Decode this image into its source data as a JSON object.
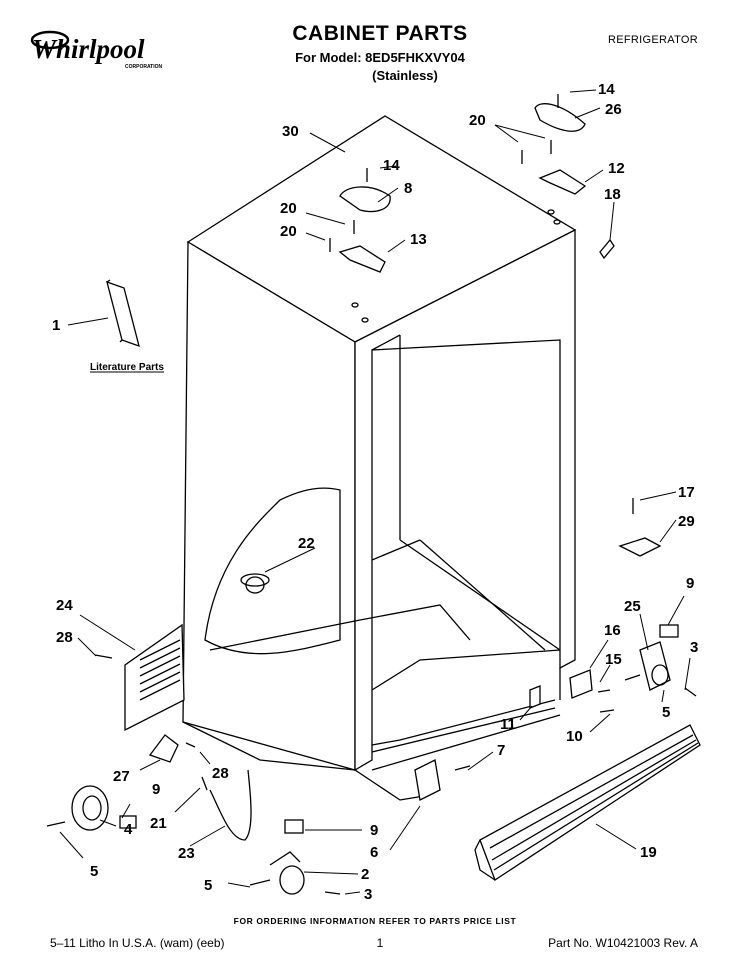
{
  "header": {
    "brand": "Whirlpool",
    "brand_sub": "CORPORATION",
    "title": "CABINET PARTS",
    "model_line": "For Model: 8ED5FHKXVY04",
    "finish": "(Stainless)",
    "category": "REFRIGERATOR"
  },
  "diagram": {
    "literature_label": "Literature Parts",
    "callouts": [
      "1",
      "2",
      "3",
      "3",
      "4",
      "5",
      "5",
      "5",
      "6",
      "7",
      "8",
      "9",
      "9",
      "9",
      "10",
      "11",
      "12",
      "13",
      "14",
      "14",
      "15",
      "16",
      "17",
      "18",
      "19",
      "20",
      "20",
      "20",
      "21",
      "22",
      "23",
      "24",
      "25",
      "26",
      "27",
      "28",
      "28",
      "29",
      "30"
    ]
  },
  "footer": {
    "order_note": "FOR ORDERING INFORMATION REFER TO PARTS PRICE LIST",
    "printing": "5–11 Litho In U.S.A. (wam) (eeb)",
    "page": "1",
    "part_number": "Part No. W10421003 Rev. A"
  }
}
